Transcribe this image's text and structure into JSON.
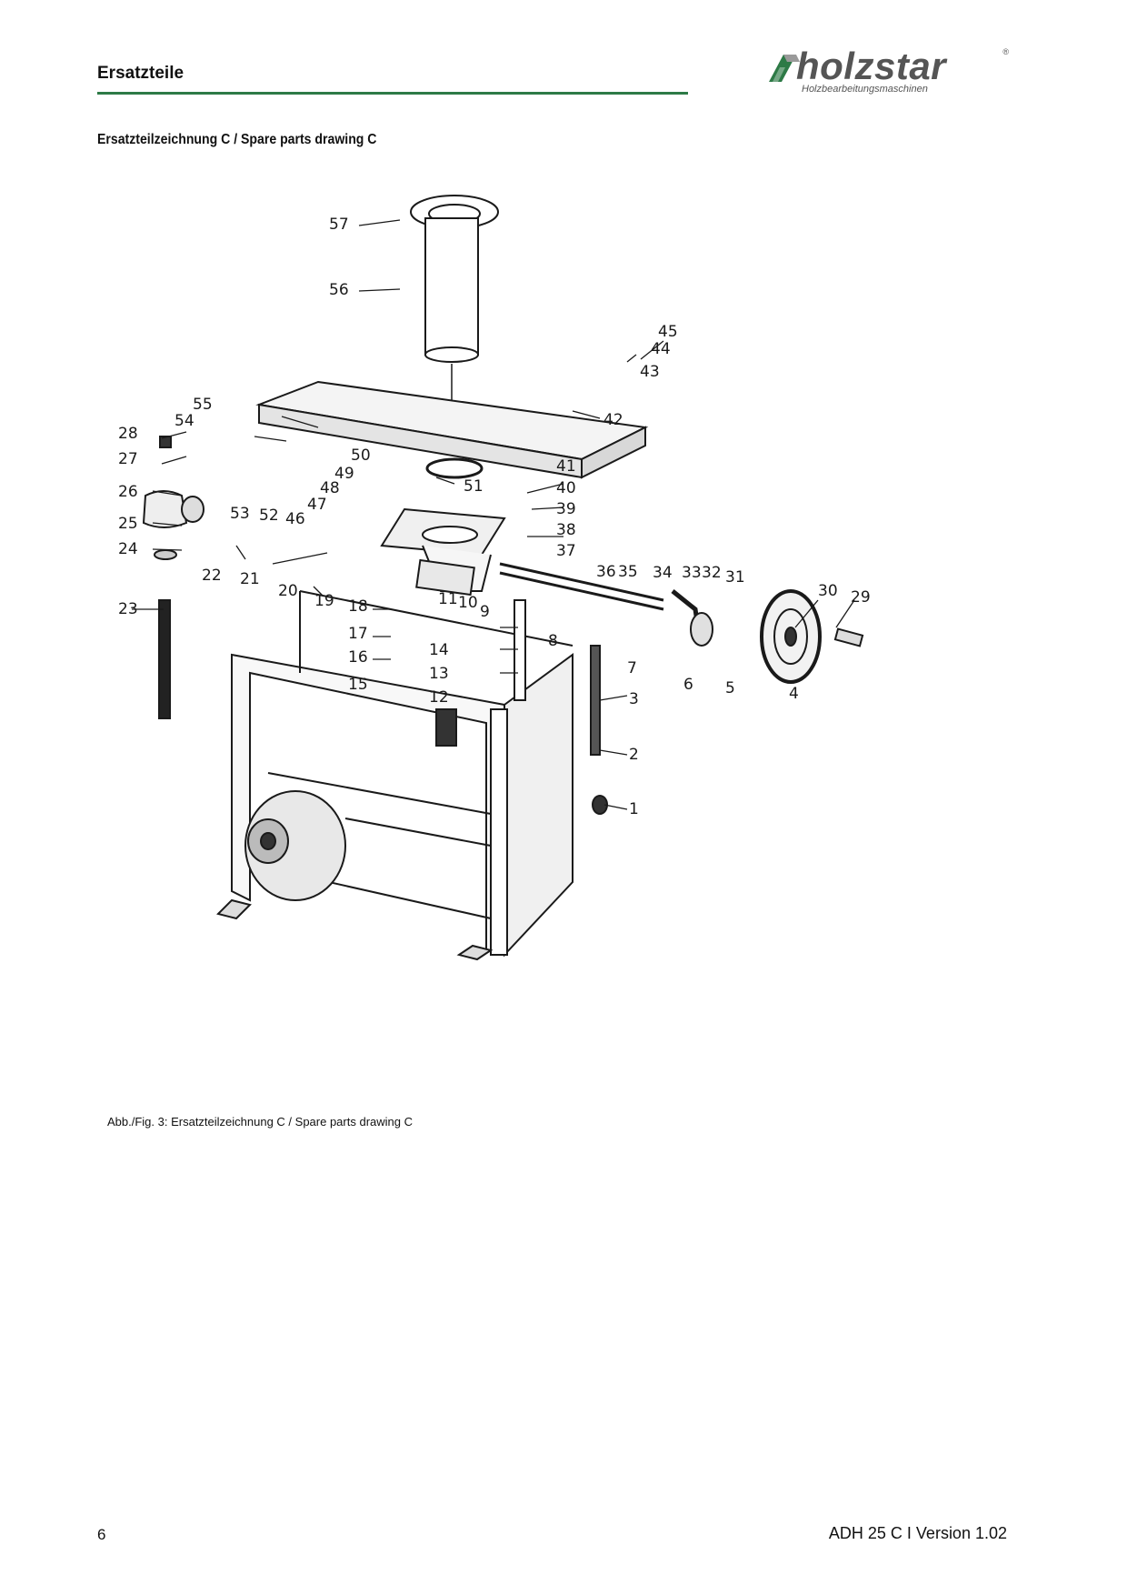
{
  "header": {
    "title": "Ersatzteile",
    "rule_color": "#2d7a46",
    "logo": {
      "text": "holzstar",
      "subtitle": "Holzbearbeitungsmaschinen",
      "registered": "®",
      "accent_color": "#2d7a46"
    }
  },
  "section": {
    "heading": "Ersatzteilzeichnung  C / Spare parts drawing C"
  },
  "drawing": {
    "part_labels": [
      "1",
      "2",
      "3",
      "4",
      "5",
      "6",
      "7",
      "8",
      "9",
      "10",
      "11",
      "12",
      "13",
      "14",
      "15",
      "16",
      "17",
      "18",
      "19",
      "20",
      "21",
      "22",
      "23",
      "24",
      "25",
      "26",
      "27",
      "28",
      "29",
      "30",
      "31",
      "32",
      "33",
      "34",
      "35",
      "36",
      "37",
      "38",
      "39",
      "40",
      "41",
      "42",
      "43",
      "44",
      "45",
      "46",
      "47",
      "48",
      "49",
      "50",
      "51",
      "52",
      "53",
      "54",
      "55",
      "56",
      "57"
    ]
  },
  "caption": "Abb./Fig. 3: Ersatzteilzeichnung C / Spare parts drawing C",
  "footer": {
    "page_number": "6",
    "doc_version": "ADH 25 C  I Version 1.02"
  }
}
